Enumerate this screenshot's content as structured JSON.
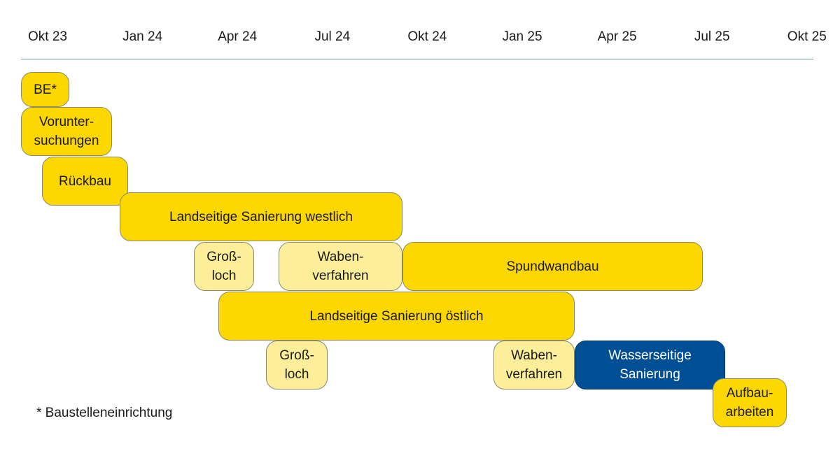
{
  "timeline": {
    "ticks": [
      "Okt 23",
      "Jan 24",
      "Apr 24",
      "Jul 24",
      "Okt 24",
      "Jan 25",
      "Apr 25",
      "Jul 25",
      "Okt 25"
    ]
  },
  "colors": {
    "main": "#fcd700",
    "sub": "#fdee9a",
    "water": "#004f95",
    "axis": "#6f93b5"
  },
  "tasks": [
    {
      "id": "be",
      "label": "BE*",
      "start": "2023-10",
      "end": "2023-12",
      "row": 0,
      "style": "main"
    },
    {
      "id": "voruntersuchungen",
      "label": "Vorunter-\nsuchungen",
      "start": "2023-10",
      "end": "2024-01",
      "row": 1,
      "style": "main"
    },
    {
      "id": "rueckbau",
      "label": "Rückbau",
      "start": "2023-11",
      "end": "2024-02",
      "row": 2,
      "style": "main"
    },
    {
      "id": "landseitige-west",
      "label": "Landseitige Sanierung westlich",
      "start": "2024-01",
      "end": "2024-10",
      "row": 3,
      "style": "main"
    },
    {
      "id": "grossloch-west",
      "label": "Groß-\nloch",
      "start": "2024-04",
      "end": "2024-06",
      "row": 4,
      "style": "sub"
    },
    {
      "id": "wabenverfahren-west",
      "label": "Waben-\nverfahren",
      "start": "2024-06",
      "end": "2024-10",
      "row": 4,
      "style": "sub"
    },
    {
      "id": "spundwandbau",
      "label": "Spundwandbau",
      "start": "2024-10",
      "end": "2025-07",
      "row": 4,
      "style": "main"
    },
    {
      "id": "landseitige-ost",
      "label": "Landseitige Sanierung östlich",
      "start": "2024-04",
      "end": "2025-03",
      "row": 5,
      "style": "main"
    },
    {
      "id": "grossloch-ost",
      "label": "Groß-\nloch",
      "start": "2024-06",
      "end": "2024-08",
      "row": 6,
      "style": "sub"
    },
    {
      "id": "wabenverfahren-ost",
      "label": "Waben-\nverfahren",
      "start": "2025-01",
      "end": "2025-03",
      "row": 6,
      "style": "sub"
    },
    {
      "id": "wasserseitige",
      "label": "Wasserseitige\nSanierung",
      "start": "2025-03",
      "end": "2025-08",
      "row": 6,
      "style": "water"
    },
    {
      "id": "aufbauarbeiten",
      "label": "Aufbau-\narbeiten",
      "start": "2025-08",
      "end": "2025-10",
      "row": 7,
      "style": "main"
    }
  ],
  "footnote": "* Baustelleneinrichtung"
}
